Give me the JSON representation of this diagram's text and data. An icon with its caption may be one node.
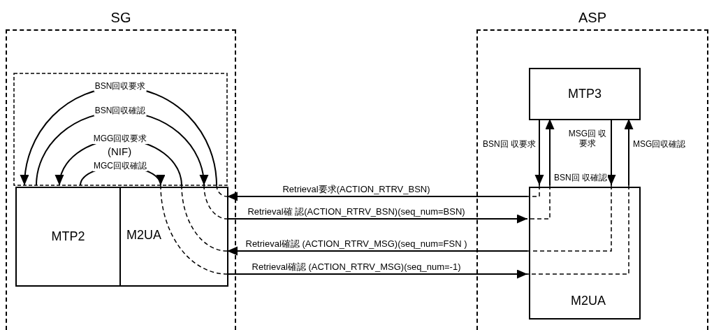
{
  "diagram": {
    "nodes": [
      {
        "text": [
          "SG"
        ]
      },
      {
        "text": [
          "ASP"
        ]
      },
      {
        "text": [
          "MTP2"
        ],
        "in": 0
      },
      {
        "text": [
          "M2UA"
        ],
        "in": 0
      },
      {
        "text": [
          "MTP3"
        ],
        "in": 1
      },
      {
        "text": [
          "M2UA"
        ],
        "in": 1
      }
    ],
    "edges": [
      {
        "from": 3,
        "to": 2,
        "arrow": "to",
        "label": "BSN回収要求"
      },
      {
        "from": 2,
        "to": 3,
        "arrow": "to",
        "label": "BSN回収確認"
      },
      {
        "from": 3,
        "to": 2,
        "arrow": "to",
        "label": "MGG回収要求"
      },
      {
        "from": 2,
        "to": 3,
        "arrow": "to",
        "label": "MGC回収確認"
      },
      {
        "from": 5,
        "to": 3,
        "arrow": "to",
        "label": "Retrieval要求(ACTION_RTRV_BSN)"
      },
      {
        "from": 3,
        "to": 5,
        "arrow": "to",
        "label": "Retrieval確 認(ACTION_RTRV_BSN)(seq_num=BSN)"
      },
      {
        "from": 5,
        "to": 3,
        "arrow": "to",
        "label": "Retrieval確認 (ACTION_RTRV_MSG)(seq_num=FSN )"
      },
      {
        "from": 3,
        "to": 5,
        "arrow": "to",
        "label": "Retrieval確認 (ACTION_RTRV_MSG)(seq_num=-1)"
      },
      {
        "from": 4,
        "to": 5,
        "arrow": "to",
        "label": "BSN回 収要求"
      },
      {
        "from": 5,
        "to": 4,
        "arrow": "to",
        "label": "BSN回 収確認"
      },
      {
        "from": 4,
        "to": 5,
        "arrow": "to",
        "label": "MSG回 収要求"
      },
      {
        "from": 5,
        "to": 4,
        "arrow": "to",
        "label": "MSG回収確認"
      }
    ],
    "labels": [
      "(NIF)"
    ]
  }
}
